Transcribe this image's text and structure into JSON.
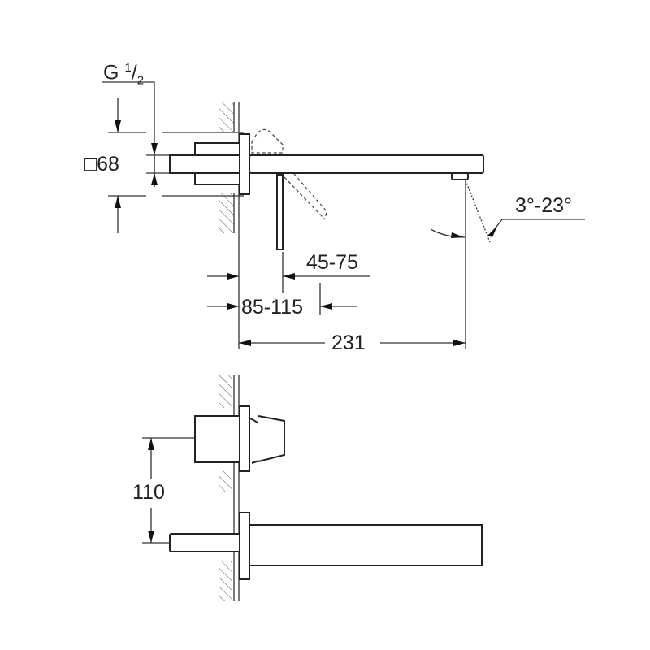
{
  "diagram": {
    "type": "technical-dimension-drawing",
    "subject": "wall-mounted basin mixer, side view and front view",
    "side_view": {
      "dimensions": {
        "thread": {
          "prefix": "G",
          "numerator": "1",
          "denominator": "2"
        },
        "rosette": {
          "symbol": "□",
          "value": "68"
        },
        "projection_handle": "45-75",
        "wall_depth": "85-115",
        "spout_length": "231",
        "aerator_angle": "3°-23°"
      }
    },
    "front_view": {
      "dimensions": {
        "centre_distance": "110"
      }
    }
  }
}
